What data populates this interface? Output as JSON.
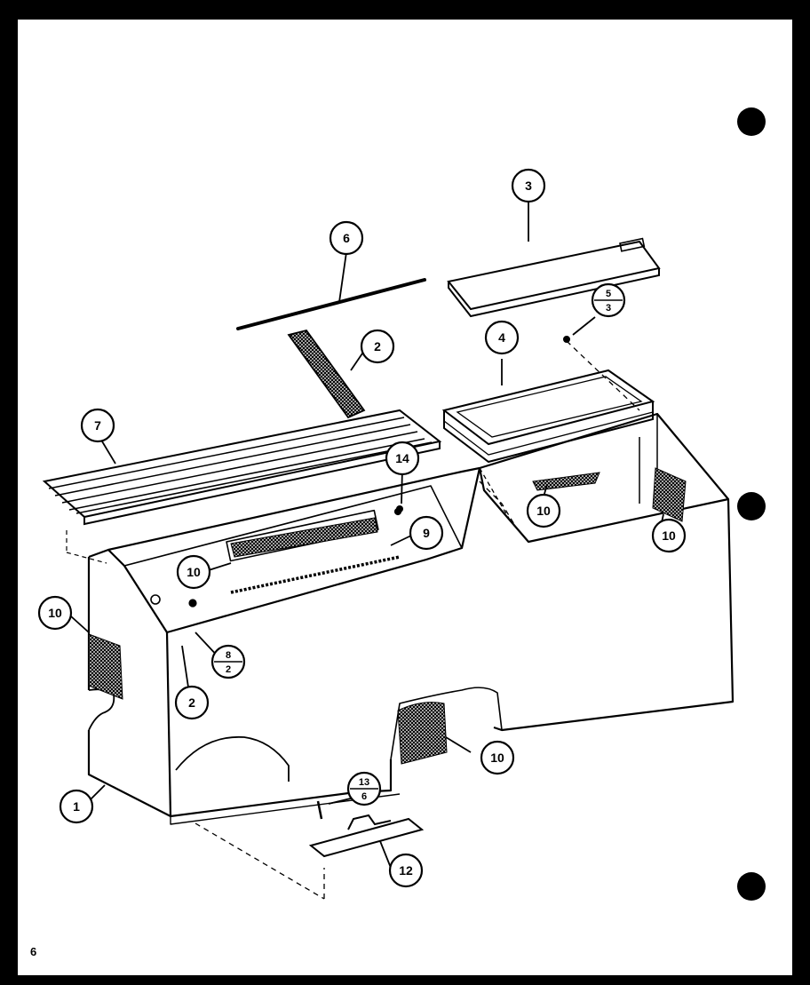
{
  "callouts": {
    "c1": "1",
    "c2a": "2",
    "c2b": "2",
    "c3": "3",
    "c4": "4",
    "c6": "6",
    "c7": "7",
    "c9": "9",
    "c10a": "10",
    "c10b": "10",
    "c10c": "10",
    "c10d": "10",
    "c10e": "10",
    "c12": "12",
    "c14": "14"
  },
  "fractions": {
    "f53": {
      "top": "5",
      "bottom": "3"
    },
    "f82": {
      "top": "8",
      "bottom": "2"
    },
    "f136": {
      "top": "13",
      "bottom": "6"
    }
  },
  "page_number": "6"
}
